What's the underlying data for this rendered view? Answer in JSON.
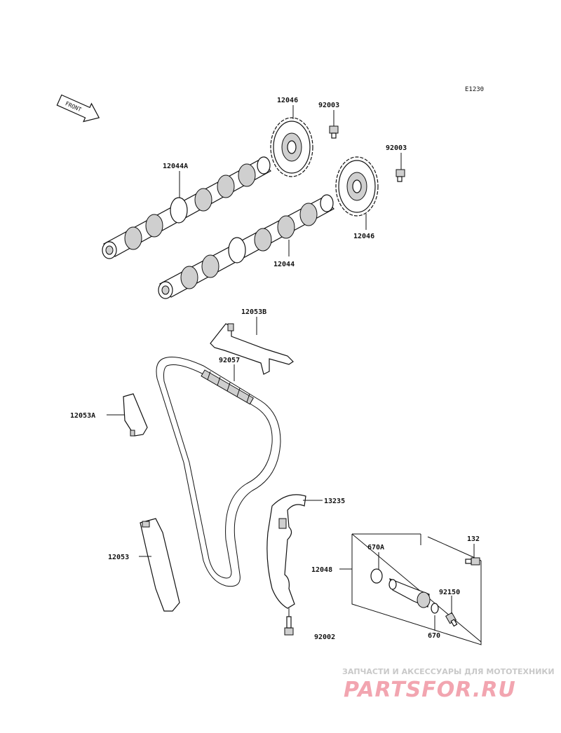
{
  "diagram_code": "E1230",
  "front_badge": "FRONT",
  "labels": {
    "sprocket_top": "12046",
    "bolt_top": "92003",
    "bolt_right": "92003",
    "camshaft_a": "12044A",
    "sprocket_right": "12046",
    "camshaft": "12044",
    "guide_top": "12053B",
    "chain": "92057",
    "guide_left_a": "12053A",
    "tensioner_guide": "13235",
    "guide_bottom": "12053",
    "tensioner_assy": "12048",
    "oring_670a": "670A",
    "bolt_132": "132",
    "bolt_92150": "92150",
    "gasket_670": "670",
    "bolt_92002": "92002"
  },
  "watermark": {
    "line1": "ЗАПЧАСТИ И АКСЕССУАРЫ ДЛЯ МОТОТЕХНИКИ",
    "line2": "PARTSFOR.RU"
  }
}
